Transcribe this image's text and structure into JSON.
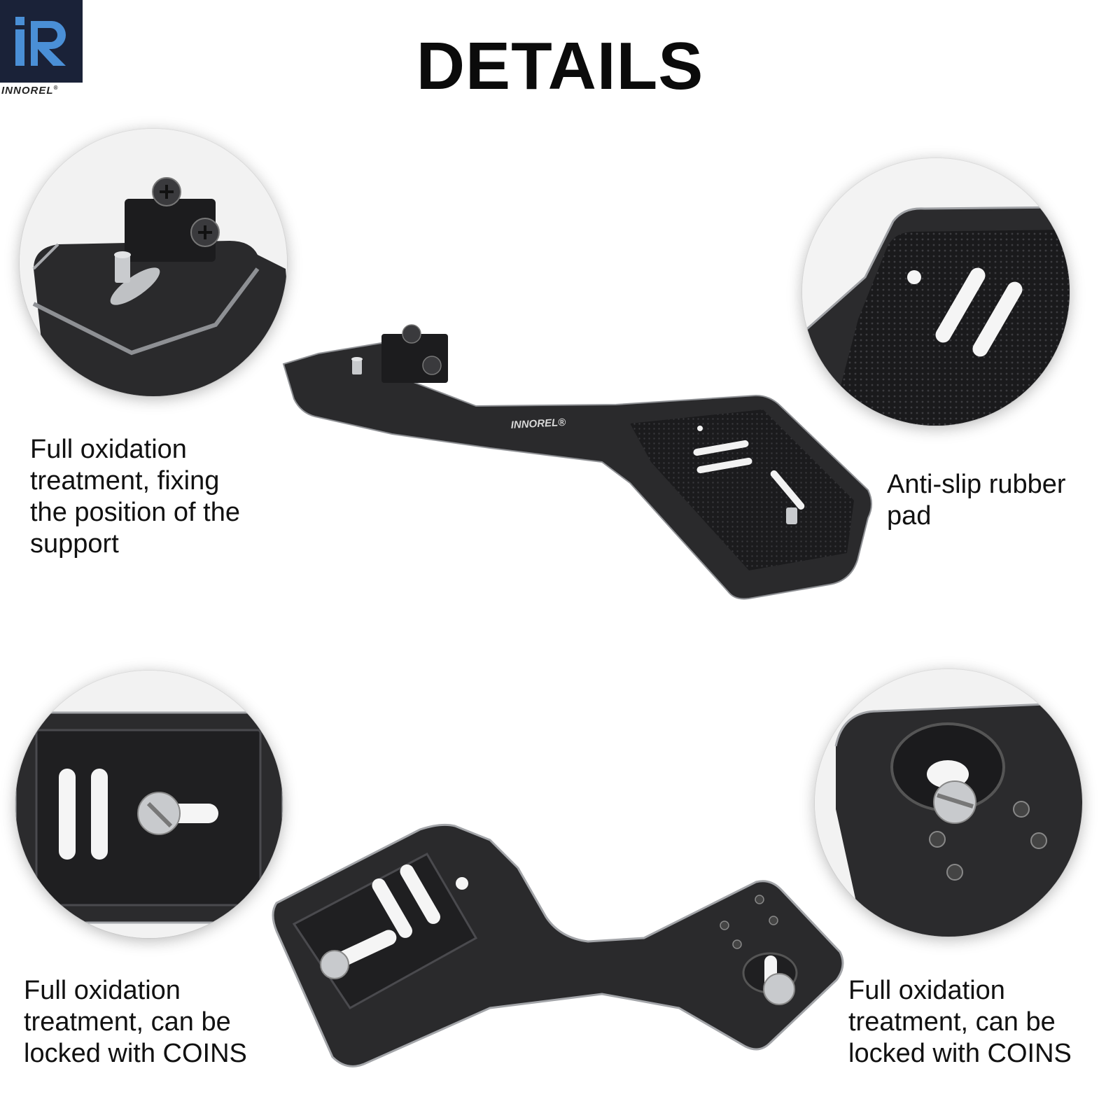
{
  "logo": {
    "mark": "iR",
    "brand": "INNOREL",
    "registered": "®"
  },
  "title": "DETAILS",
  "product_engraving": "INNOREL®",
  "callouts": [
    {
      "id": "top-left",
      "lines": [
        "Full oxidation",
        "treatment, fixing",
        "the position of the",
        "support"
      ]
    },
    {
      "id": "top-right",
      "lines": [
        "Anti-slip rubber",
        "pad"
      ]
    },
    {
      "id": "bottom-left",
      "lines": [
        "Full oxidation",
        "treatment, can be",
        "locked with COINS"
      ]
    },
    {
      "id": "bottom-right",
      "lines": [
        "Full oxidation",
        "treatment, can be",
        "locked with COINS"
      ]
    }
  ],
  "colors": {
    "logo_bg": "#1a2238",
    "logo_blue": "#4a8fd6",
    "metal": "#2b2b2d",
    "edge": "#9a9ca0"
  }
}
